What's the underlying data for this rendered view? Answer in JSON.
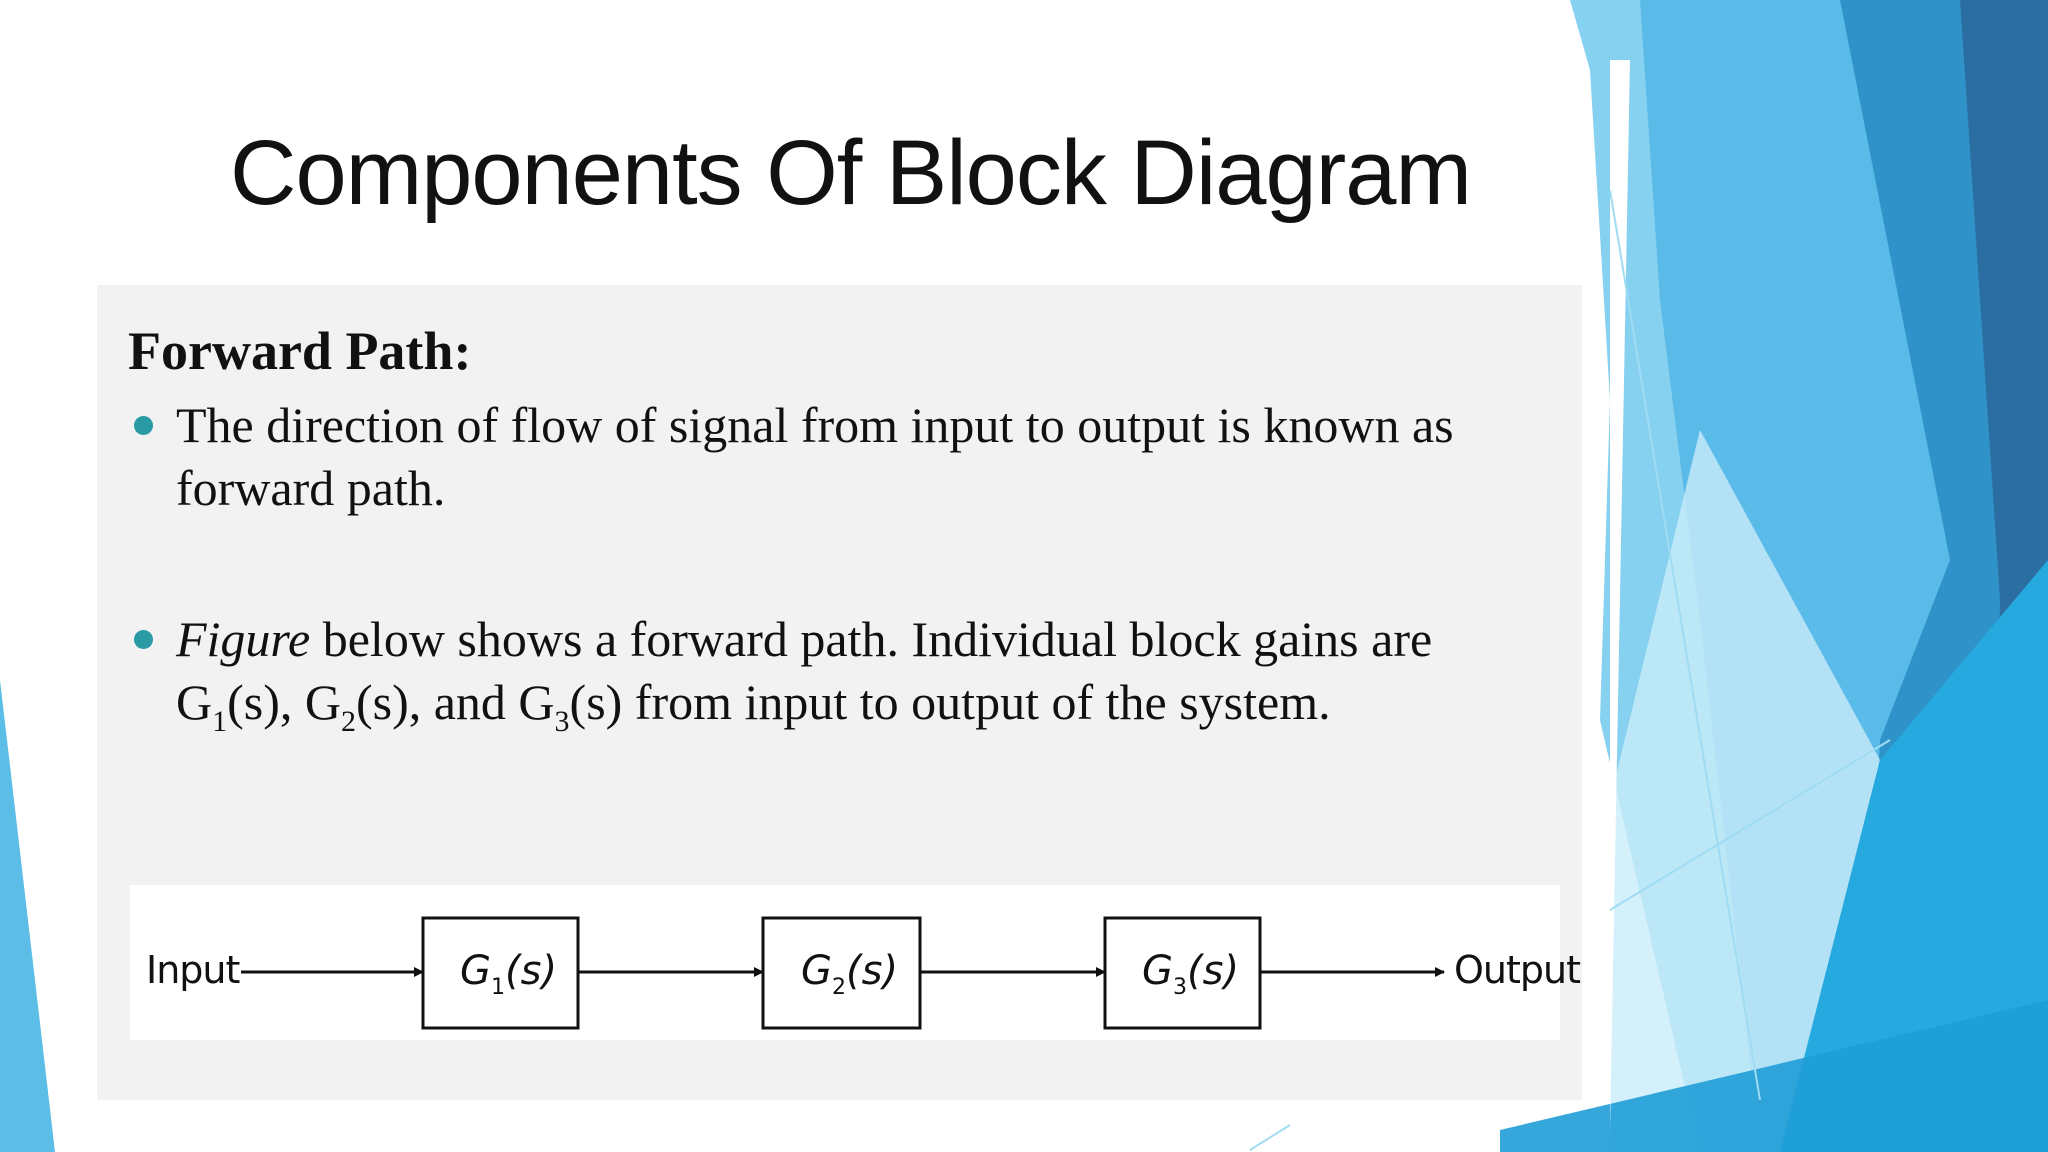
{
  "slide": {
    "title": "Components Of Block Diagram",
    "heading": "Forward Path:",
    "bullet1": "The direction of flow of signal from input to output is known as forward path.",
    "bullet2": {
      "figure_word": "Figure",
      "text_a": " below shows a forward path. Individual block gains are G",
      "sub1": "1",
      "text_b": "(s), G",
      "sub2": "2",
      "text_c": "(s), and G",
      "sub3": "3",
      "text_d": "(s) from input to output of the system."
    }
  },
  "diagram": {
    "input_label": "Input",
    "output_label": "Output",
    "blocks": [
      {
        "name": "G",
        "sub": "1",
        "arg": "(s)"
      },
      {
        "name": "G",
        "sub": "2",
        "arg": "(s)"
      },
      {
        "name": "G",
        "sub": "3",
        "arg": "(s)"
      }
    ]
  },
  "colors": {
    "bullet": "#2a9aa5",
    "accent_light": "#7fd0ee",
    "accent_mid": "#2ea8dc",
    "accent_dark": "#2b6ea1"
  }
}
